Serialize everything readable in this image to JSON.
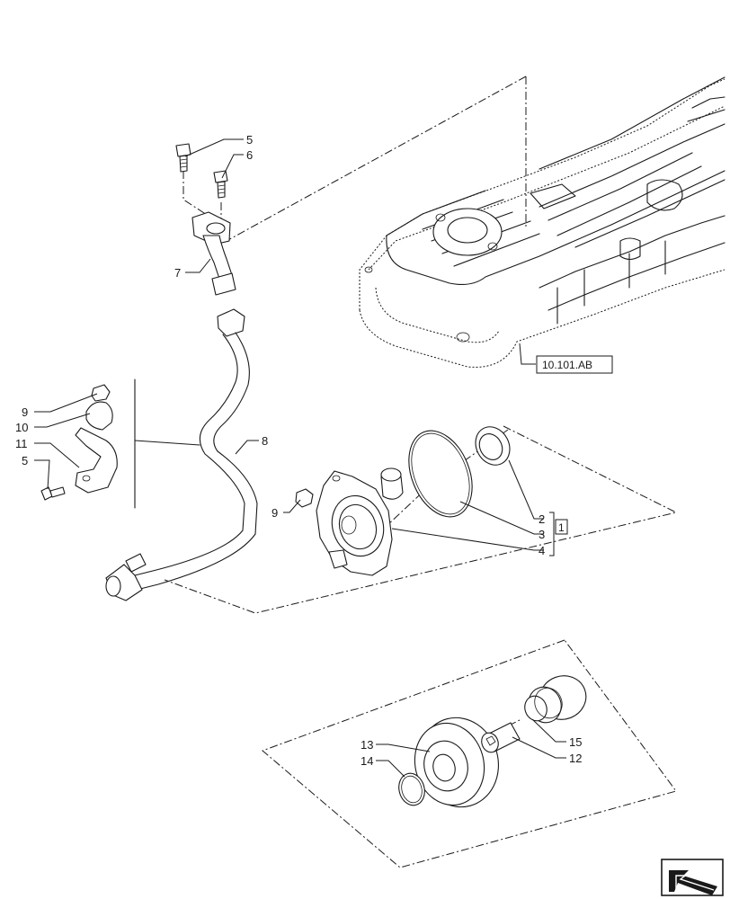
{
  "callouts": {
    "p2": "2",
    "p3": "3",
    "p4": "4",
    "p5a": "5",
    "p5b": "5",
    "p6": "6",
    "p7": "7",
    "p8": "8",
    "p9a": "9",
    "p9b": "9",
    "p10": "10",
    "p11": "11",
    "p12": "12",
    "p13": "13",
    "p14": "14",
    "p15": "15"
  },
  "group_ref": "1",
  "section_ref": "10.101.AB",
  "nav_icon": "next-page-arrow-icon"
}
